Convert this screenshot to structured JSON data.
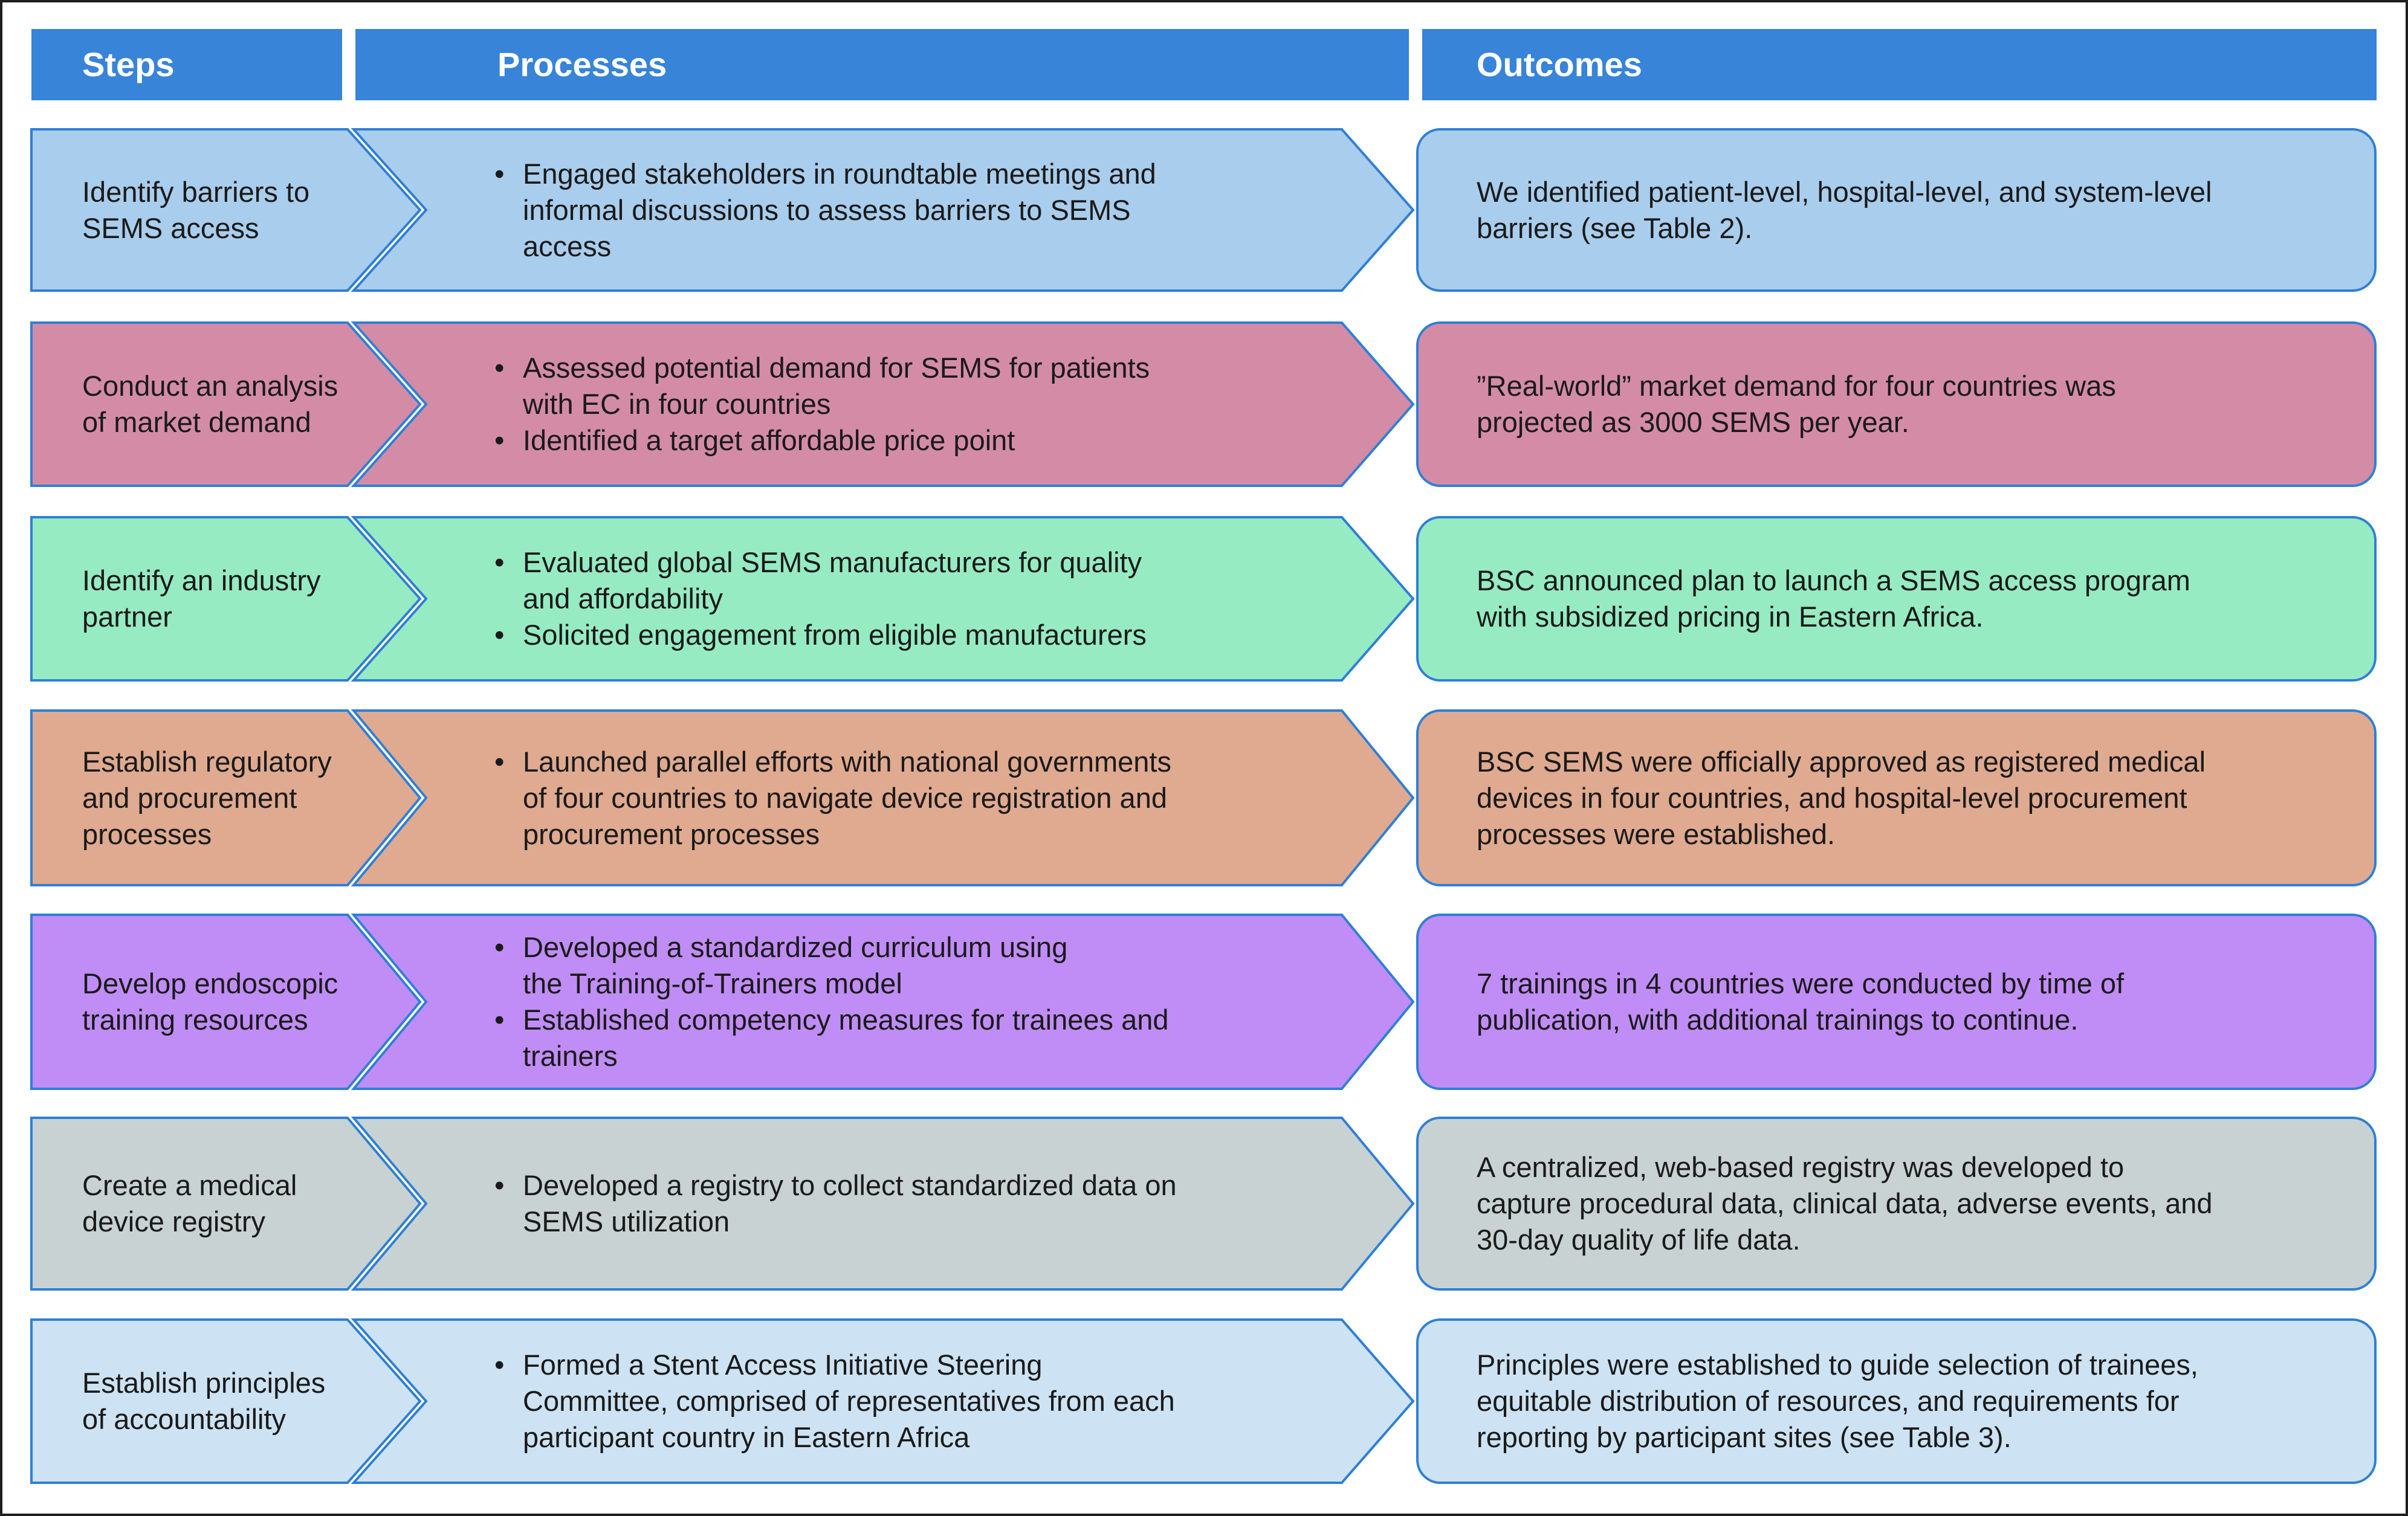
{
  "headers": {
    "steps": "Steps",
    "processes": "Processes",
    "outcomes": "Outcomes"
  },
  "colors": {
    "header_blue": "#3784d8",
    "outline_blue": "#2f7fd6"
  },
  "rows": [
    {
      "step": "Identify barriers to\nSEMS access",
      "processes": [
        "Engaged stakeholders in roundtable meetings and\ninformal discussions to assess barriers to SEMS\naccess"
      ],
      "outcome": "We identified patient-level, hospital-level, and system-level\nbarriers (see Table 2).",
      "color": "#a9cdec"
    },
    {
      "step": "Conduct an analysis\nof market demand",
      "processes": [
        "Assessed potential demand for SEMS for patients\nwith EC in four countries",
        "Identified a target affordable price point"
      ],
      "outcome": "”Real-world” market demand for four countries was\nprojected as 3000 SEMS per year.",
      "color": "#d48ca6"
    },
    {
      "step": "Identify an industry\npartner",
      "processes": [
        "Evaluated global SEMS manufacturers for quality\nand affordability",
        "Solicited engagement from eligible manufacturers"
      ],
      "outcome": "BSC announced plan to launch a SEMS access program\nwith subsidized pricing in Eastern Africa.",
      "color": "#96ebc3"
    },
    {
      "step": "Establish regulatory\nand procurement\nprocesses",
      "processes": [
        "Launched parallel efforts with national governments\nof four countries to navigate device registration and\nprocurement processes"
      ],
      "outcome": "BSC SEMS were officially approved as registered medical\ndevices in four countries, and hospital-level procurement\nprocesses were established.",
      "color": "#dfaa90"
    },
    {
      "step": "Develop endoscopic\ntraining resources",
      "processes": [
        "Developed a standardized curriculum using\nthe Training-of-Trainers model",
        "Established competency measures for trainees and\ntrainers"
      ],
      "outcome": "7 trainings in 4 countries were conducted by time of\npublication, with additional trainings to continue.",
      "color": "#c08df6"
    },
    {
      "step": "Create a medical\ndevice registry",
      "processes": [
        "Developed a registry to collect standardized data on\nSEMS utilization"
      ],
      "outcome": "A centralized, web-based registry was developed to\ncapture procedural data, clinical data, adverse events, and\n30-day quality of life data.",
      "color": "#c8d2d2"
    },
    {
      "step": "Establish principles\nof accountability",
      "processes": [
        "Formed a Stent Access Initiative Steering\nCommittee, comprised of representatives from each\nparticipant country in Eastern Africa"
      ],
      "outcome": "Principles were established to guide selection of trainees,\nequitable distribution of resources, and requirements for\nreporting by participant sites (see Table 3).",
      "color": "#cde3f3"
    }
  ]
}
